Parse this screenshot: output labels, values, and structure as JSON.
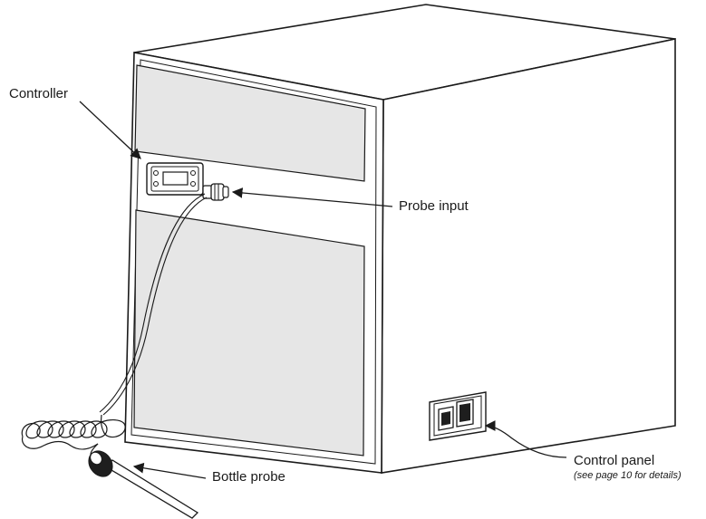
{
  "labels": {
    "controller": "Controller",
    "probe_input": "Probe input",
    "bottle_probe": "Bottle probe",
    "control_panel": "Control panel",
    "control_panel_note": "(see page 10 for details)"
  },
  "colors": {
    "stroke": "#1a1a1a",
    "panel_fill": "#e6e6e6",
    "body_fill": "#ffffff",
    "probe_cap": "#1e1e1e"
  }
}
